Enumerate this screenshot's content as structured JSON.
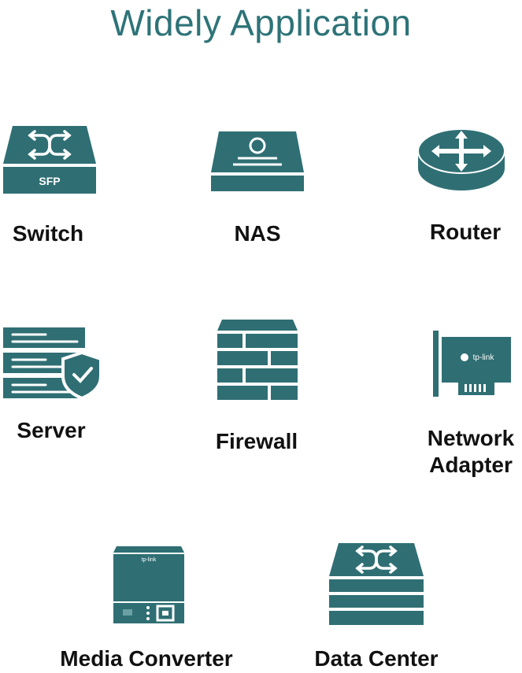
{
  "title": "Widely Application",
  "colors": {
    "title": "#2d7378",
    "icon_fill": "#2f6f74",
    "icon_stroke": "#ffffff",
    "label": "#111111"
  },
  "items": [
    {
      "label": "Switch",
      "icon": "switch-icon",
      "icon_text": "SFP"
    },
    {
      "label": "NAS",
      "icon": "nas-icon"
    },
    {
      "label": "Router",
      "icon": "router-icon"
    },
    {
      "label": "Server",
      "icon": "server-shield-icon"
    },
    {
      "label": "Firewall",
      "icon": "firewall-icon"
    },
    {
      "label": "Network",
      "label2": "Adapter",
      "icon": "network-adapter-icon",
      "icon_text": "tp-link"
    },
    {
      "label": "Media Converter",
      "icon": "media-converter-icon",
      "icon_text": "tp-link"
    },
    {
      "label": "Data Center",
      "icon": "data-center-icon"
    }
  ]
}
